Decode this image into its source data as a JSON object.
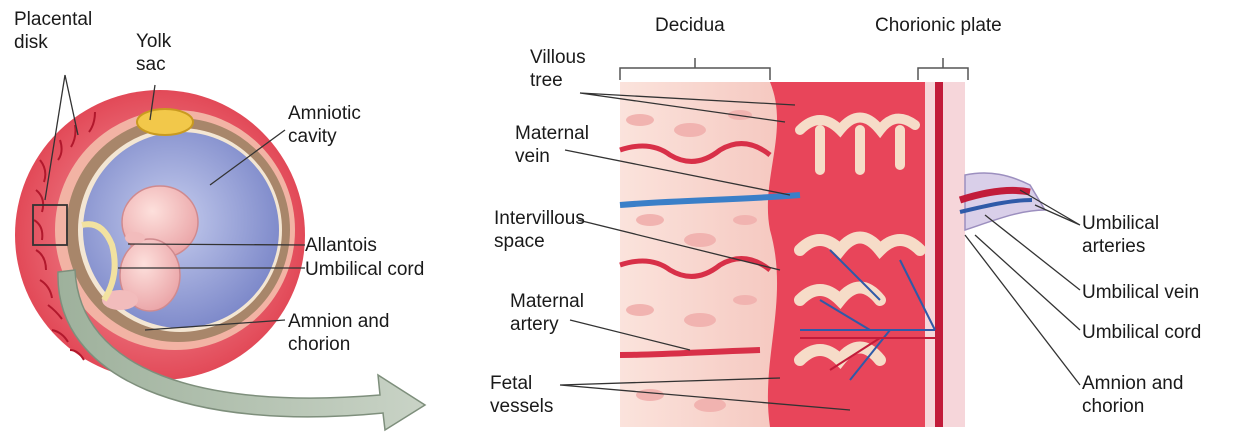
{
  "labels": {
    "placental_disk": [
      "Placental",
      "disk"
    ],
    "yolk_sac": [
      "Yolk",
      "sac"
    ],
    "amniotic_cavity": [
      "Amniotic",
      "cavity"
    ],
    "allantois": "Allantois",
    "umbilical_cord_left": "Umbilical cord",
    "amnion_chorion_left": [
      "Amnion and",
      "chorion"
    ],
    "decidua": "Decidua",
    "chorionic_plate": "Chorionic plate",
    "villous_tree": [
      "Villous",
      "tree"
    ],
    "maternal_vein": [
      "Maternal",
      "vein"
    ],
    "intervillous_space": [
      "Intervillous",
      "space"
    ],
    "maternal_artery": [
      "Maternal",
      "artery"
    ],
    "fetal_vessels": [
      "Fetal",
      "vessels"
    ],
    "umbilical_arteries": [
      "Umbilical",
      "arteries"
    ],
    "umbilical_vein": "Umbilical vein",
    "umbilical_cord_right": "Umbilical cord",
    "amnion_chorion_right": [
      "Amnion and",
      "chorion"
    ]
  },
  "colors": {
    "uterine_wall": "#e8505e",
    "amniotic_fluid": "#9aa6d8",
    "chorion_brown": "#a8866a",
    "yolk": "#f2c84a",
    "decidua_bg": "#f8d4cc",
    "villus_bg": "#e8455a",
    "arrow_fill": "#b7c4b4"
  }
}
